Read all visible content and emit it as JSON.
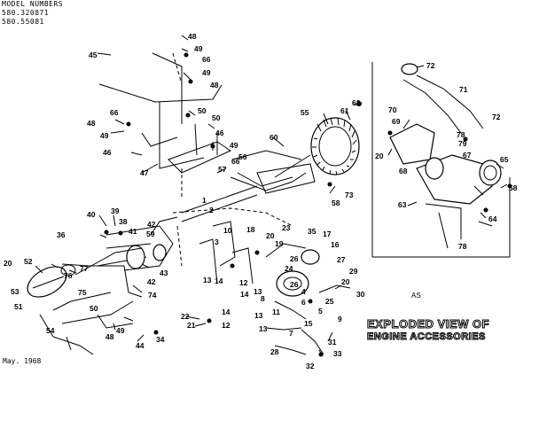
{
  "header": {
    "line1": "MODEL NUMBERS",
    "line2": "580.320871",
    "line3": "580.55081"
  },
  "title": {
    "line1": "EXPLODED VIEW OF",
    "line2": "ENGINE ACCESSORIES"
  },
  "date": "May. 1968",
  "note": "AS",
  "callouts": [
    {
      "id": "c48a",
      "text": "48"
    },
    {
      "id": "c49a",
      "text": "49"
    },
    {
      "id": "c66a",
      "text": "66"
    },
    {
      "id": "c49b",
      "text": "49"
    },
    {
      "id": "c48b",
      "text": "48"
    },
    {
      "id": "c45",
      "text": "45"
    },
    {
      "id": "c66b",
      "text": "66"
    },
    {
      "id": "c48c",
      "text": "48"
    },
    {
      "id": "c49c",
      "text": "49"
    },
    {
      "id": "c46a",
      "text": "46"
    },
    {
      "id": "c50a",
      "text": "50"
    },
    {
      "id": "c50b",
      "text": "50"
    },
    {
      "id": "c46b",
      "text": "46"
    },
    {
      "id": "c49d",
      "text": "49"
    },
    {
      "id": "c66c",
      "text": "66"
    },
    {
      "id": "c57",
      "text": "57"
    },
    {
      "id": "c56",
      "text": "56"
    },
    {
      "id": "c47",
      "text": "47"
    },
    {
      "id": "c60",
      "text": "60"
    },
    {
      "id": "c55",
      "text": "55"
    },
    {
      "id": "c61",
      "text": "61"
    },
    {
      "id": "c62",
      "text": "62"
    },
    {
      "id": "c73",
      "text": "73"
    },
    {
      "id": "c58a",
      "text": "58"
    },
    {
      "id": "c72a",
      "text": "72"
    },
    {
      "id": "c71",
      "text": "71"
    },
    {
      "id": "c70",
      "text": "70"
    },
    {
      "id": "c69",
      "text": "69"
    },
    {
      "id": "c78a",
      "text": "78"
    },
    {
      "id": "c79",
      "text": "79"
    },
    {
      "id": "c72b",
      "text": "72"
    },
    {
      "id": "c20a",
      "text": "20"
    },
    {
      "id": "c68",
      "text": "68"
    },
    {
      "id": "c67",
      "text": "67"
    },
    {
      "id": "c65",
      "text": "65"
    },
    {
      "id": "c58b",
      "text": "58"
    },
    {
      "id": "c63",
      "text": "63"
    },
    {
      "id": "c64",
      "text": "64"
    },
    {
      "id": "c78b",
      "text": "78"
    },
    {
      "id": "c1",
      "text": "1"
    },
    {
      "id": "c2",
      "text": "2"
    },
    {
      "id": "c40",
      "text": "40"
    },
    {
      "id": "c39",
      "text": "39"
    },
    {
      "id": "c38",
      "text": "38"
    },
    {
      "id": "c42a",
      "text": "42"
    },
    {
      "id": "c41",
      "text": "41"
    },
    {
      "id": "c59",
      "text": "59"
    },
    {
      "id": "c36",
      "text": "36"
    },
    {
      "id": "c43",
      "text": "43"
    },
    {
      "id": "c42b",
      "text": "42"
    },
    {
      "id": "c74",
      "text": "74"
    },
    {
      "id": "c20b",
      "text": "20"
    },
    {
      "id": "c52",
      "text": "52"
    },
    {
      "id": "c77",
      "text": "77"
    },
    {
      "id": "c76",
      "text": "76"
    },
    {
      "id": "c53",
      "text": "53"
    },
    {
      "id": "c75",
      "text": "75"
    },
    {
      "id": "c51",
      "text": "51"
    },
    {
      "id": "c50c",
      "text": "50"
    },
    {
      "id": "c54",
      "text": "54"
    },
    {
      "id": "c48d",
      "text": "48"
    },
    {
      "id": "c49e",
      "text": "49"
    },
    {
      "id": "c44",
      "text": "44"
    },
    {
      "id": "c34",
      "text": "34"
    },
    {
      "id": "c3",
      "text": "3"
    },
    {
      "id": "c10",
      "text": "10"
    },
    {
      "id": "c18",
      "text": "18"
    },
    {
      "id": "c20c",
      "text": "20"
    },
    {
      "id": "c19",
      "text": "19"
    },
    {
      "id": "c23",
      "text": "23"
    },
    {
      "id": "c35",
      "text": "35"
    },
    {
      "id": "c17",
      "text": "17"
    },
    {
      "id": "c16",
      "text": "16"
    },
    {
      "id": "c26a",
      "text": "26"
    },
    {
      "id": "c24",
      "text": "24"
    },
    {
      "id": "c27",
      "text": "27"
    },
    {
      "id": "c13a",
      "text": "13"
    },
    {
      "id": "c14a",
      "text": "14"
    },
    {
      "id": "c12a",
      "text": "12"
    },
    {
      "id": "c13b",
      "text": "13"
    },
    {
      "id": "c14b",
      "text": "14"
    },
    {
      "id": "c8",
      "text": "8"
    },
    {
      "id": "c26b",
      "text": "26"
    },
    {
      "id": "c4",
      "text": "4"
    },
    {
      "id": "c29",
      "text": "29"
    },
    {
      "id": "c20d",
      "text": "20"
    },
    {
      "id": "c30",
      "text": "30"
    },
    {
      "id": "c25",
      "text": "25"
    },
    {
      "id": "c6",
      "text": "6"
    },
    {
      "id": "c11",
      "text": "11"
    },
    {
      "id": "c5",
      "text": "5"
    },
    {
      "id": "c22",
      "text": "22"
    },
    {
      "id": "c14c",
      "text": "14"
    },
    {
      "id": "c13c",
      "text": "13"
    },
    {
      "id": "c21",
      "text": "21"
    },
    {
      "id": "c12b",
      "text": "12"
    },
    {
      "id": "c15",
      "text": "15"
    },
    {
      "id": "c9",
      "text": "9"
    },
    {
      "id": "c13d",
      "text": "13"
    },
    {
      "id": "c7",
      "text": "7"
    },
    {
      "id": "c31",
      "text": "31"
    },
    {
      "id": "c28",
      "text": "28"
    },
    {
      "id": "c33",
      "text": "33"
    },
    {
      "id": "c32",
      "text": "32"
    }
  ]
}
